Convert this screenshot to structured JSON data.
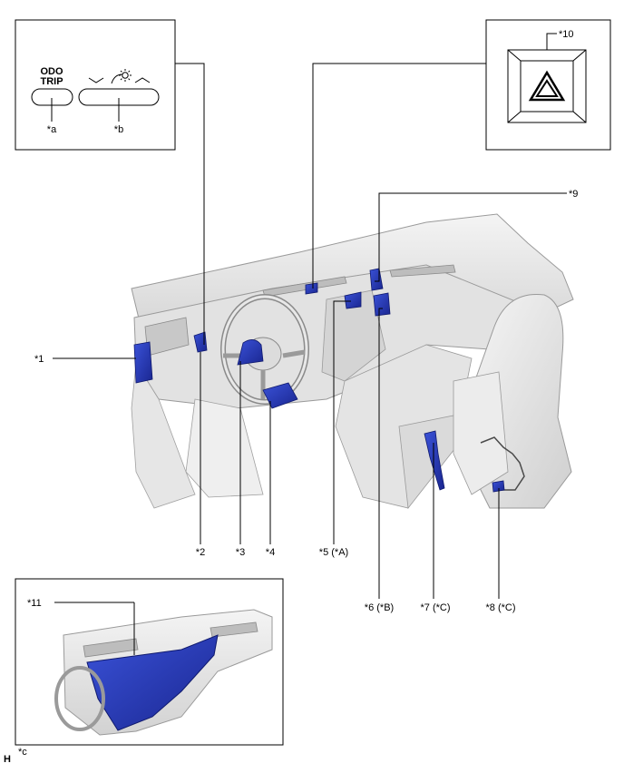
{
  "inset_switch": {
    "odo_line1": "ODO",
    "odo_line2": "TRIP",
    "label_a": "*a",
    "label_b": "*b",
    "brightness_icon": "dash-brightness-icon"
  },
  "inset_hazard": {
    "label_10": "*10",
    "hazard_icon": "hazard-triangle-icon"
  },
  "callouts": {
    "c1": "*1",
    "c2": "*2",
    "c3": "*3",
    "c4": "*4",
    "c5": "*5 (*A)",
    "c6": "*6 (*B)",
    "c7": "*7 (*C)",
    "c8": "*8 (*C)",
    "c9": "*9"
  },
  "inset_knee": {
    "label_11": "*11"
  },
  "footer": {
    "fig_letter": "H",
    "label_c": "*c"
  },
  "colors": {
    "component_blue": "#2338b8",
    "component_dark": "#101a6e",
    "interior_gray": "#d9d9d9",
    "outline_gray": "#9a9a9a"
  }
}
